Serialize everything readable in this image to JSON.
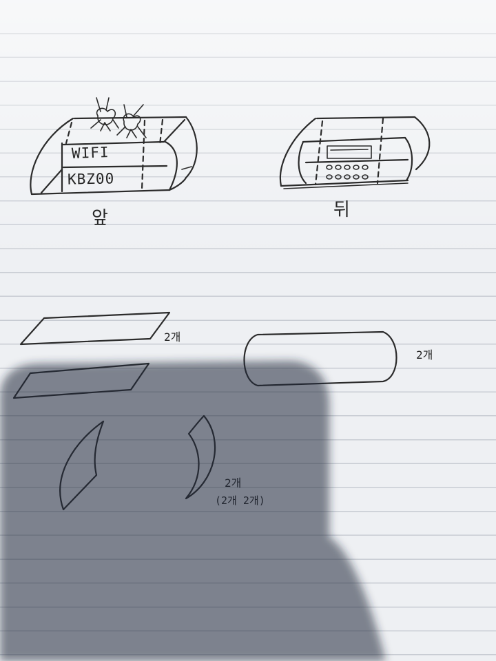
{
  "front_view": {
    "top_label": "WIFI",
    "bottom_label": "KBZ00",
    "caption": "앞"
  },
  "back_view": {
    "caption": "뒤"
  },
  "parts": {
    "flat_panels_qty": "2개",
    "rounded_panel_qty": "2개",
    "curved_side_qty": "2개",
    "curved_side_note": "(2개 2개)"
  },
  "colors": {
    "ink": "#2b2b2b",
    "paper": "#eef0f3",
    "rule_line": "#c8ccd3",
    "shadow": "#1f2b3a"
  }
}
